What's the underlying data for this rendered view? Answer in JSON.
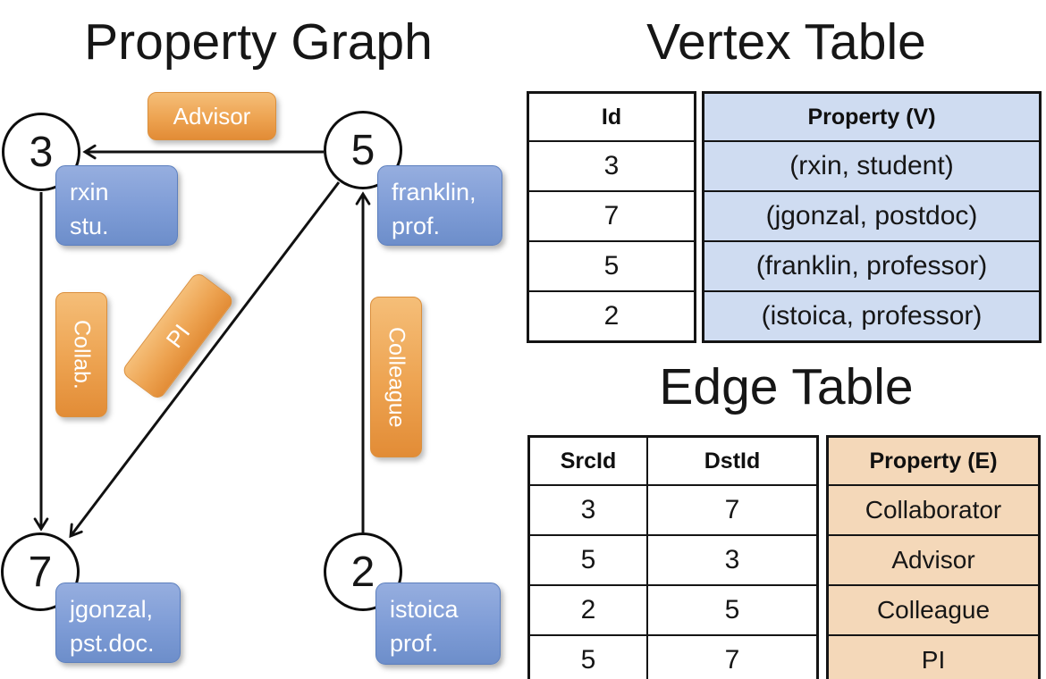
{
  "colors": {
    "edge_label_orange": "#ED9F4D",
    "vertex_label_blue": "#7E9CD6",
    "vertex_property_cell_blue": "#CFDCF1",
    "edge_property_cell_tan": "#F4D8B9",
    "graph_line_black": "#111111"
  },
  "graph_panel": {
    "title": "Property Graph",
    "nodes": [
      {
        "id": "3",
        "property": [
          "rxin",
          "stu."
        ]
      },
      {
        "id": "5",
        "property": [
          "franklin,",
          "prof."
        ]
      },
      {
        "id": "7",
        "property": [
          "jgonzal,",
          "pst.doc."
        ]
      },
      {
        "id": "2",
        "property": [
          "istoica",
          "prof."
        ]
      }
    ],
    "edges": [
      {
        "label": "Advisor",
        "from": "5",
        "to": "3"
      },
      {
        "label": "Collab.",
        "from": "3",
        "to": "7"
      },
      {
        "label": "PI",
        "from": "5",
        "to": "7"
      },
      {
        "label": "Colleague",
        "from": "2",
        "to": "5"
      }
    ]
  },
  "vertex_table": {
    "title": "Vertex Table",
    "headers": [
      "Id",
      "Property (V)"
    ],
    "rows": [
      [
        "3",
        "(rxin, student)"
      ],
      [
        "7",
        "(jgonzal, postdoc)"
      ],
      [
        "5",
        "(franklin, professor)"
      ],
      [
        "2",
        "(istoica, professor)"
      ]
    ]
  },
  "edge_table": {
    "title": "Edge Table",
    "headers": [
      "SrcId",
      "DstId",
      "Property (E)"
    ],
    "rows": [
      [
        "3",
        "7",
        "Collaborator"
      ],
      [
        "5",
        "3",
        "Advisor"
      ],
      [
        "2",
        "5",
        "Colleague"
      ],
      [
        "5",
        "7",
        "PI"
      ]
    ]
  }
}
